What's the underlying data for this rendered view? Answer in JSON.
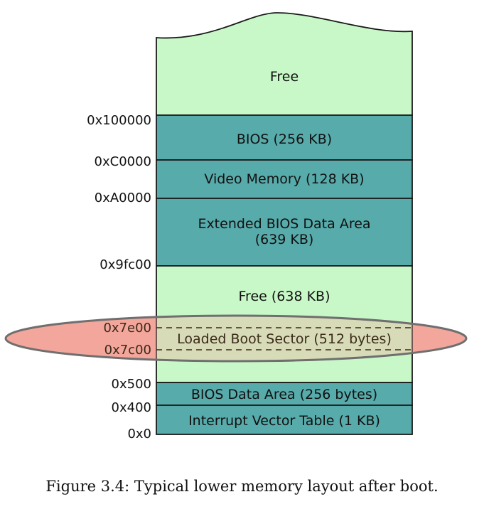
{
  "colors": {
    "free": "#c9f8c8",
    "used": "#58abab",
    "highlight_fill": "#f3a79b",
    "highlight_stroke": "#6f6f6f",
    "border": "#1a1a1a"
  },
  "segments": [
    {
      "id": "free-top",
      "label": "Free",
      "type": "free"
    },
    {
      "id": "bios",
      "label": "BIOS (256 KB)",
      "type": "used"
    },
    {
      "id": "video-memory",
      "label": "Video Memory (128 KB)",
      "type": "used"
    },
    {
      "id": "ebda",
      "label": "Extended BIOS Data Area",
      "label2": "(639 KB)",
      "type": "used"
    },
    {
      "id": "free-638",
      "label": "Free (638 KB)",
      "type": "free"
    },
    {
      "id": "boot-sector",
      "label": "Loaded Boot Sector (512 bytes)",
      "type": "free"
    },
    {
      "id": "free-gap",
      "label": "",
      "type": "free"
    },
    {
      "id": "bios-data-area",
      "label": "BIOS Data Area (256 bytes)",
      "type": "used"
    },
    {
      "id": "ivt",
      "label": "Interrupt Vector Table (1 KB)",
      "type": "used"
    }
  ],
  "addresses": [
    "0x100000",
    "0xC0000",
    "0xA0000",
    "0x9fc00",
    "0x7e00",
    "0x7c00",
    "0x500",
    "0x400",
    "0x0"
  ],
  "caption": "Figure 3.4:   Typical lower memory layout after boot."
}
